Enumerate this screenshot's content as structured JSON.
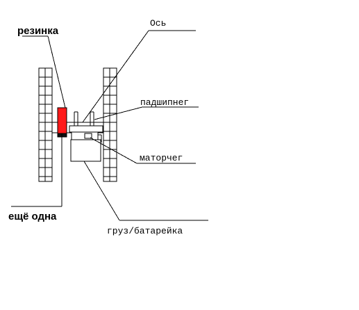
{
  "labels": {
    "axle": "Ось",
    "rubber_band": "резинка",
    "another_one": "ещё одна",
    "bearing": "падшипнег",
    "motor": "маторчег",
    "weight_battery": "груз/батарейка"
  },
  "colors": {
    "rubber_band": "#ff1a1a",
    "rubber_band_bottom": "#111111",
    "line": "#000000"
  }
}
